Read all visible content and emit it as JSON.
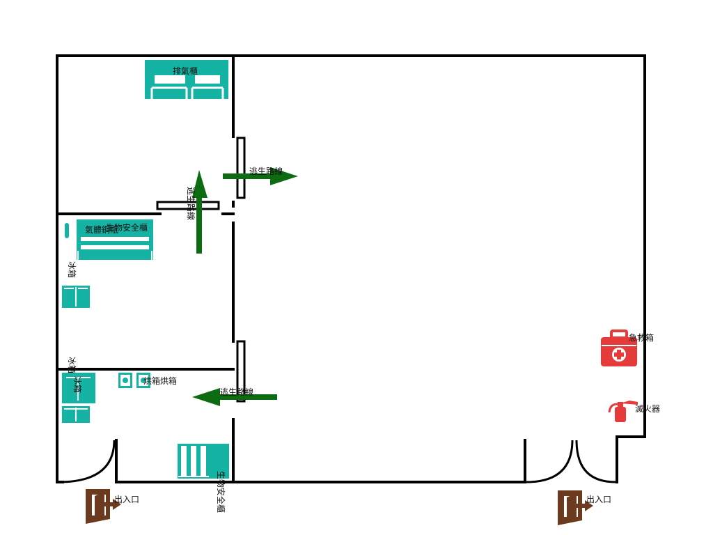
{
  "labels": {
    "fume_hood": "排氣櫃",
    "escape_route_right": "逃生路線",
    "escape_route_vertical": "逃生路線",
    "escape_route_lower": "逃生路線",
    "gas_cylinder_cabinet": "氣體鋼瓶",
    "biosafety_cabinet_upper": "生物安全櫃",
    "fridge_upper": "冰箱",
    "fridge_lower": "冰箱",
    "lower_left_device": "冰箱",
    "oven_incubator": "烘箱烘箱",
    "biosafety_cabinet_bottom": "生物安全櫃",
    "first_aid_kit": "急救箱",
    "fire_extinguisher": "滅火器",
    "entrance_left": "出入口",
    "entrance_right": "出入口"
  },
  "icons": {
    "first_aid": "first-aid-kit-icon",
    "extinguisher": "fire-extinguisher-icon",
    "exit": "exit-door-icon",
    "arrow": "escape-arrow-icon"
  },
  "colors": {
    "wall": "#000000",
    "equipment": "#14b3a4",
    "arrow": "#0d6b12",
    "safety": "#e53b3b",
    "exit": "#6b3a1f"
  }
}
